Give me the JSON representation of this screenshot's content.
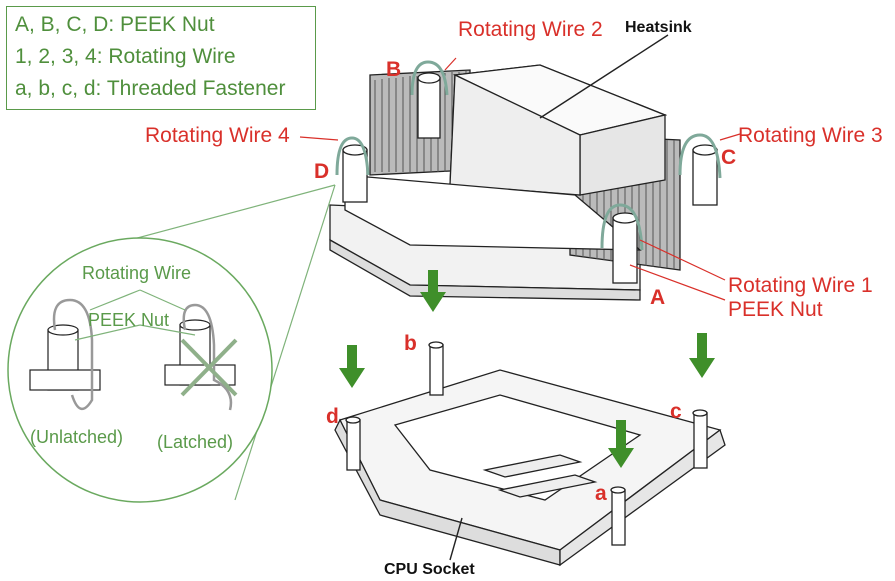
{
  "legend": {
    "line1": "A, B, C, D: PEEK Nut",
    "line2": "1, 2, 3, 4: Rotating Wire",
    "line3": "a, b, c, d: Threaded Fastener"
  },
  "labels": {
    "heatsink": "Heatsink",
    "rotating_wire_1": "Rotating Wire 1",
    "rotating_wire_2": "Rotating Wire 2",
    "rotating_wire_3": "Rotating Wire 3",
    "rotating_wire_4": "Rotating Wire 4",
    "peek_nut": "PEEK Nut",
    "cpu_socket": "CPU Socket",
    "nut_A": "A",
    "nut_B": "B",
    "nut_C": "C",
    "nut_D": "D",
    "fastener_a": "a",
    "fastener_b": "b",
    "fastener_c": "c",
    "fastener_d": "d"
  },
  "inset": {
    "rotating_wire": "Rotating Wire",
    "peek_nut": "PEEK Nut",
    "unlatched": "(Unlatched)",
    "latched": "(Latched)"
  },
  "colors": {
    "legend_green": "#4f8f3c",
    "label_red": "#d9302a",
    "arrow_green": "#3f8f2a",
    "wire_teal": "#7fa99a"
  }
}
